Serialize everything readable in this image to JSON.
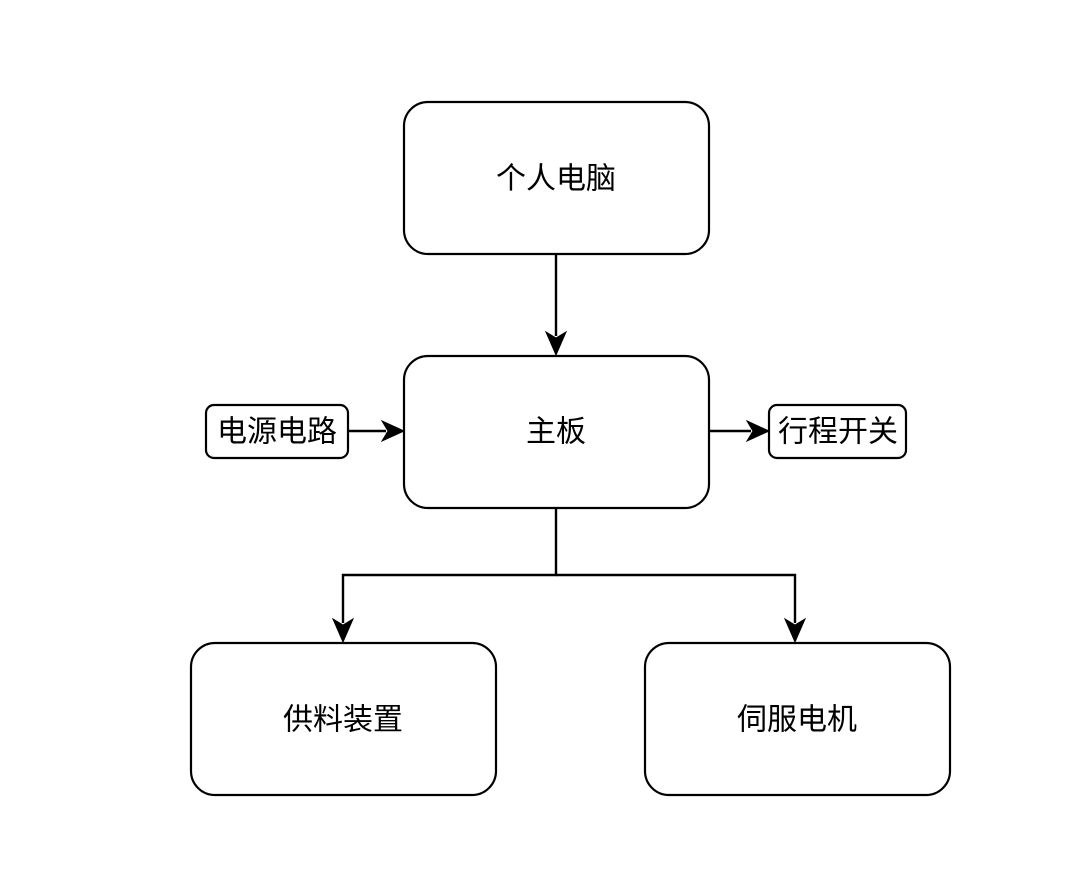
{
  "diagram": {
    "type": "block-diagram",
    "nodes": {
      "pc": "个人电脑",
      "mainboard": "主板",
      "power": "电源电路",
      "limit_switch": "行程开关",
      "feeder": "供料装置",
      "servo": "伺服电机"
    },
    "edges": [
      {
        "from": "pc",
        "to": "mainboard"
      },
      {
        "from": "power",
        "to": "mainboard"
      },
      {
        "from": "mainboard",
        "to": "limit_switch"
      },
      {
        "from": "mainboard",
        "to": "feeder"
      },
      {
        "from": "mainboard",
        "to": "servo"
      }
    ],
    "colors": {
      "stroke": "#000000",
      "fill": "#ffffff",
      "background": "#ffffff"
    }
  }
}
